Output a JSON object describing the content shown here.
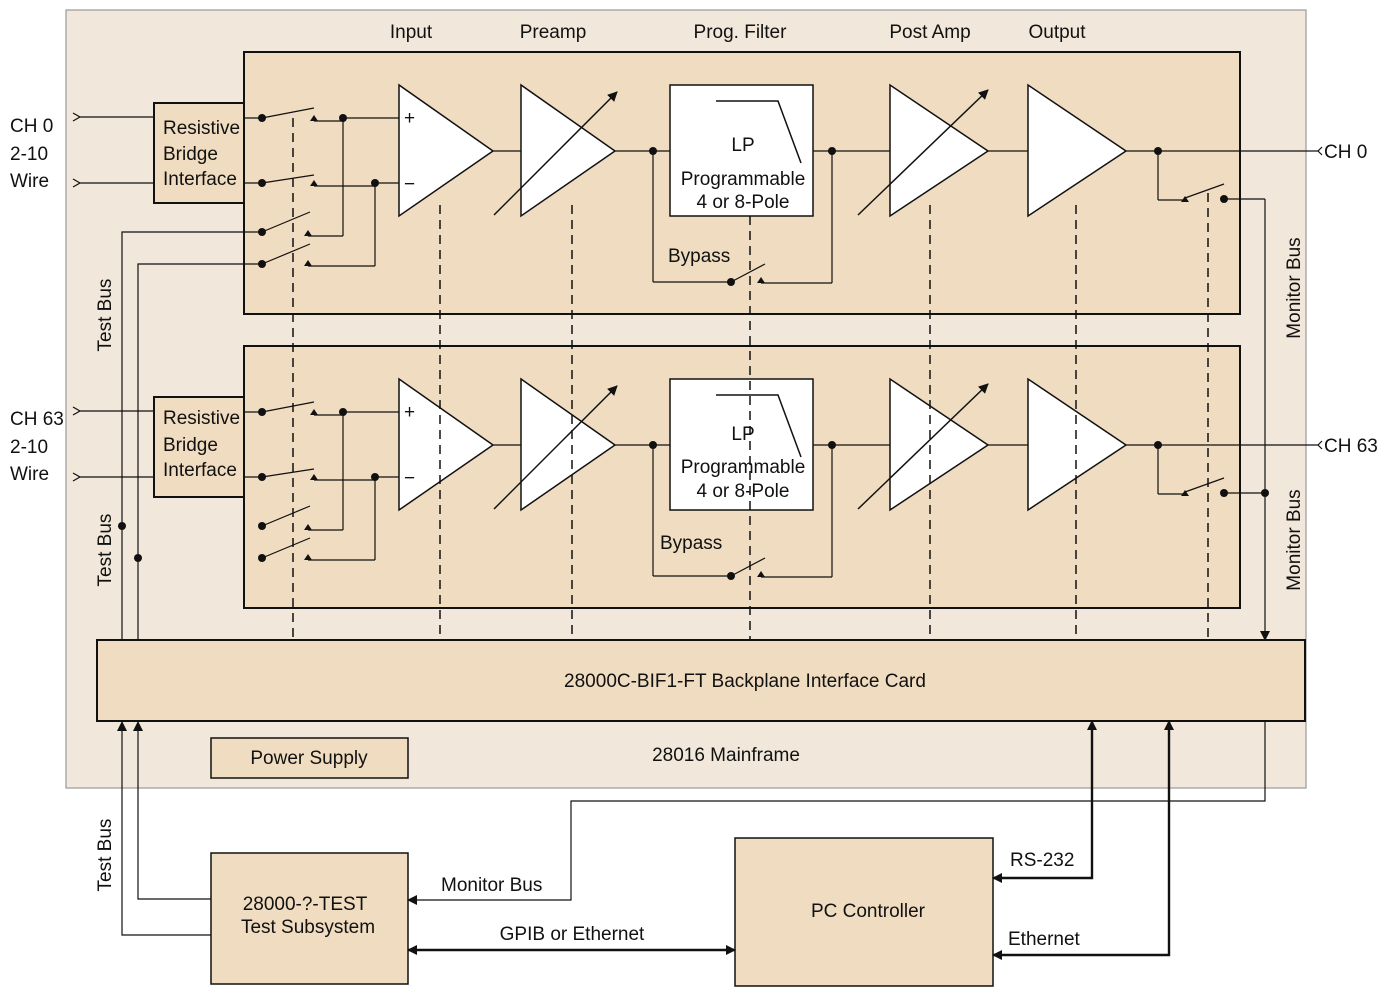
{
  "colors": {
    "outer": "#F1E7DA",
    "box": "#F0DCC0",
    "line": "#111111",
    "white": "#FFFFFF"
  },
  "stages": {
    "input": "Input",
    "preamp": "Preamp",
    "filter": "Prog. Filter",
    "postamp": "Post Amp",
    "output": "Output"
  },
  "left_labels": {
    "ch0": [
      "CH 0",
      "2-10",
      "Wire"
    ],
    "ch63": [
      "CH 63",
      "2-10",
      "Wire"
    ]
  },
  "bridge": [
    "Resistive",
    "Bridge",
    "Interface"
  ],
  "filter_box": {
    "lp": "LP",
    "line1": "Programmable",
    "line2": "4 or 8-Pole"
  },
  "op_signs": {
    "plus": "+",
    "minus": "−"
  },
  "bypass": "Bypass",
  "ch_out": {
    "ch0": "CH 0",
    "ch63": "CH 63"
  },
  "test_bus": "Test Bus",
  "monitor_bus": "Monitor Bus",
  "backplane": "28000C-BIF1-FT Backplane Interface Card",
  "power_supply": "Power Supply",
  "mainframe": "28016 Mainframe",
  "test_subsystem": [
    "28000-?-TEST",
    "Test Subsystem"
  ],
  "pc_controller": "PC Controller",
  "gpib": "GPIB or Ethernet",
  "rs232": "RS-232",
  "ethernet": "Ethernet"
}
